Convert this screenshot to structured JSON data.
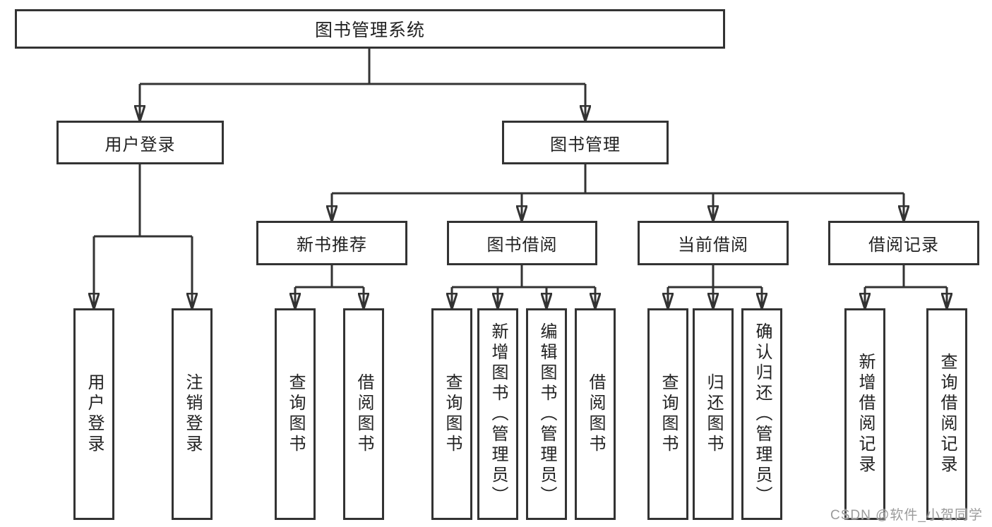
{
  "diagram": {
    "root": {
      "label": "图书管理系统"
    },
    "branches": [
      {
        "label": "用户登录",
        "children": [
          {
            "label": "用户登录"
          },
          {
            "label": "注销登录"
          }
        ]
      },
      {
        "label": "图书管理",
        "children": [
          {
            "label": "新书推荐",
            "children": [
              {
                "label": "查询图书"
              },
              {
                "label": "借阅图书"
              }
            ]
          },
          {
            "label": "图书借阅",
            "children": [
              {
                "label": "查询图书"
              },
              {
                "label": "新增图书（管理员）"
              },
              {
                "label": "编辑图书（管理员）"
              },
              {
                "label": "借阅图书"
              }
            ]
          },
          {
            "label": "当前借阅",
            "children": [
              {
                "label": "查询图书"
              },
              {
                "label": "归还图书"
              },
              {
                "label": "确认归还（管理员）"
              }
            ]
          },
          {
            "label": "借阅记录",
            "children": [
              {
                "label": "新增借阅记录"
              },
              {
                "label": "查询借阅记录"
              }
            ]
          }
        ]
      }
    ]
  },
  "watermark": {
    "text": "CSDN @软件_小贺同学"
  },
  "colors": {
    "line": "#333333",
    "text": "#222222",
    "watermark": "#9b9b9b",
    "background": "#ffffff"
  }
}
